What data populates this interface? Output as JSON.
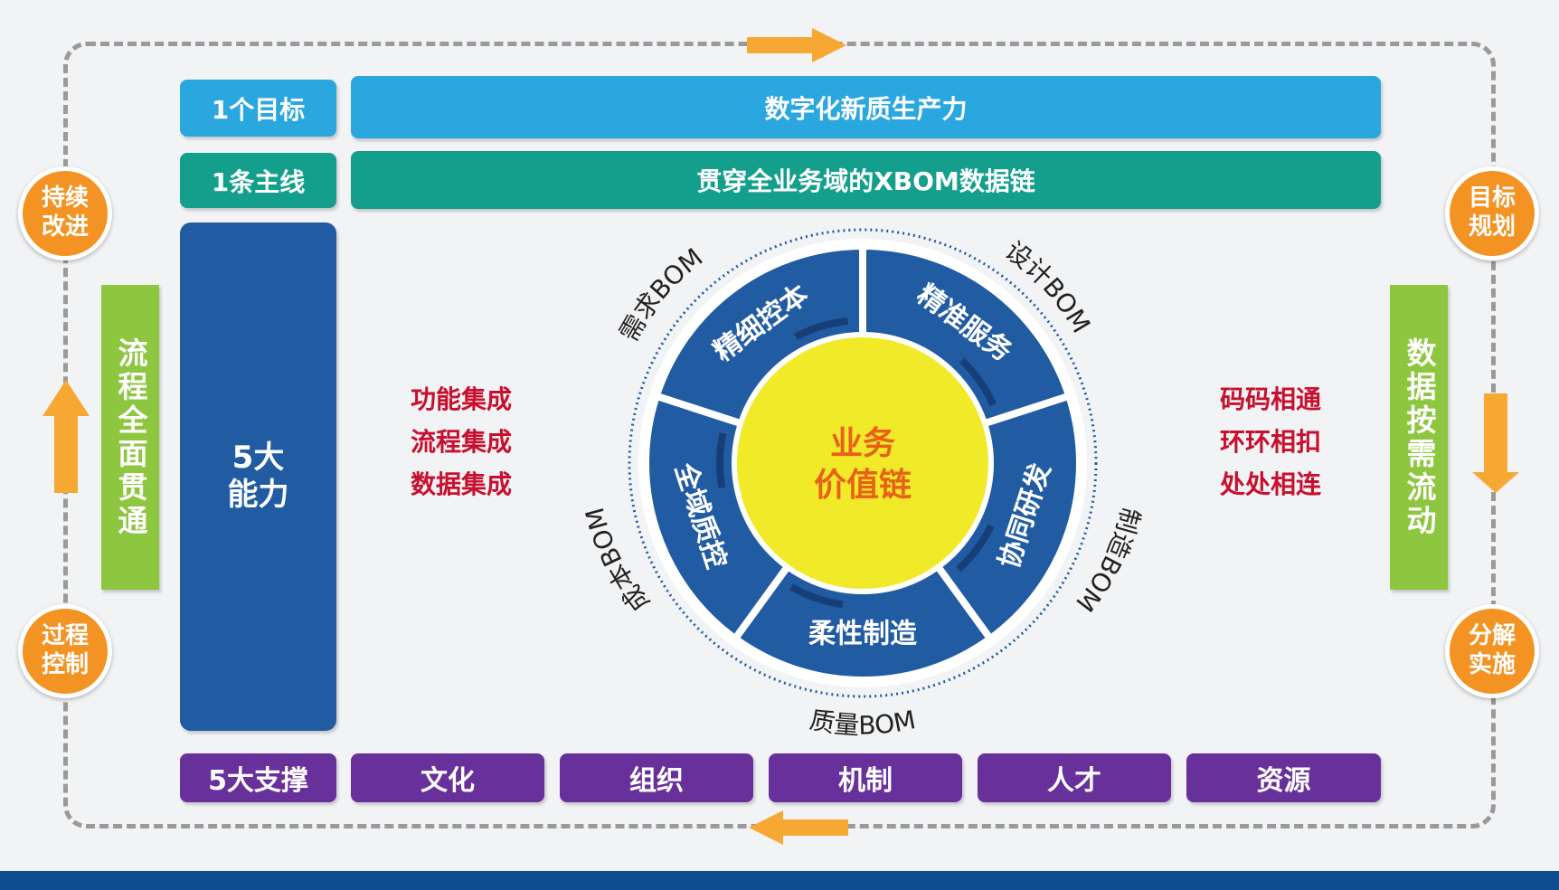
{
  "goal": {
    "label": "1个目标",
    "text": "数字化新质生产力"
  },
  "mainline": {
    "label": "1条主线",
    "text": "贯穿全业务域的XBOM数据链"
  },
  "capabilities": {
    "line1": "5大",
    "line2": "能力"
  },
  "integration": [
    "功能集成",
    "流程集成",
    "数据集成"
  ],
  "connectivity": [
    "码码相通",
    "环环相扣",
    "处处相连"
  ],
  "supports": {
    "label": "5大支撑",
    "items": [
      "文化",
      "组织",
      "机制",
      "人才",
      "资源"
    ]
  },
  "left_vertical": "流程全面贯通",
  "right_vertical": "数据按需流动",
  "cycle": {
    "continuous": [
      "持续",
      "改进"
    ],
    "target": [
      "目标",
      "规划"
    ],
    "process": [
      "过程",
      "控制"
    ],
    "decompose": [
      "分解",
      "实施"
    ]
  },
  "wheel": {
    "center": [
      "业务",
      "价值链"
    ],
    "segments": [
      "精准服务",
      "协同研发",
      "柔性制造",
      "全域质控",
      "精细控本"
    ],
    "bom_labels": [
      "需求BOM",
      "设计BOM",
      "制造BOM",
      "质量BOM",
      "成本BOM"
    ]
  },
  "colors": {
    "blue": "#2ba7e0",
    "teal": "#149f8c",
    "navy": "#215ca3",
    "purple": "#68309a",
    "green": "#8dc63f",
    "orange": "#f39323",
    "red": "#c8102e",
    "yellow": "#f1ea28",
    "center_text": "#e8611a"
  }
}
